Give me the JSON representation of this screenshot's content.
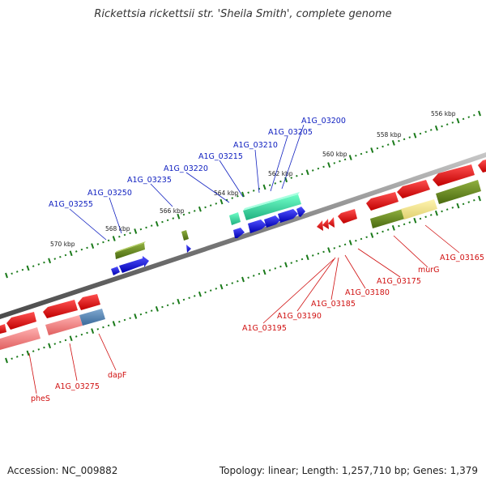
{
  "title": "Rickettsia rickettsii str. 'Sheila Smith', complete genome",
  "footer": {
    "accession": "Accession: NC_009882",
    "topology": "Topology: linear; Length: 1,257,710 bp; Genes: 1,379"
  },
  "kbp_labels": [
    "556 kbp",
    "558 kbp",
    "560 kbp",
    "562 kbp",
    "564 kbp",
    "566 kbp",
    "568 kbp",
    "570 kbp"
  ],
  "genes_top": [
    "A1G_03200",
    "A1G_03205",
    "A1G_03210",
    "A1G_03215",
    "A1G_03220",
    "A1G_03235",
    "A1G_03250",
    "A1G_03255"
  ],
  "genes_bottom": [
    "A1G_03165",
    "murG",
    "A1G_03175",
    "A1G_03180",
    "A1G_03185",
    "A1G_03190",
    "A1G_03195",
    "dapF",
    "A1G_03275",
    "pheS"
  ],
  "colors": {
    "forward": "#1010e0",
    "forward_teal": "#30e0a0",
    "forward_olive": "#6a8a20",
    "reverse": "#ee1010",
    "reverse_pink": "#f08080",
    "reverse_yellow": "#f0e090",
    "reverse_blue": "#5080b0",
    "ticks": "#1a7a1a",
    "backbone": "#8a8a8a",
    "label_top": "#1020c0",
    "label_bottom": "#d01010"
  }
}
